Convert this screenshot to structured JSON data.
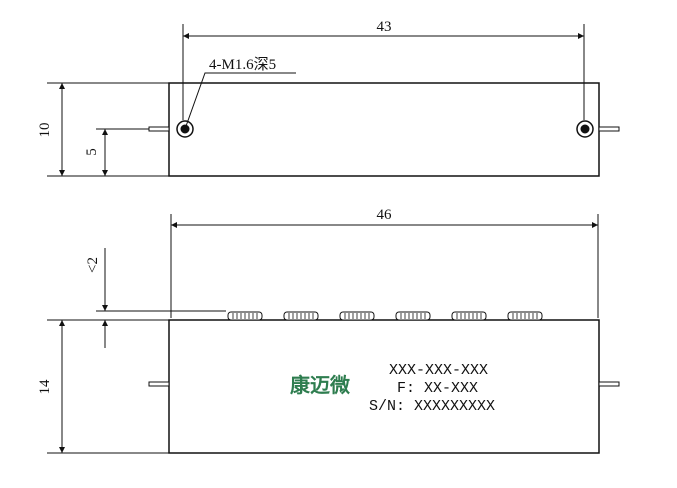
{
  "dimensions": {
    "top_width": "43",
    "top_height": "10",
    "top_half_height": "5",
    "bottom_width": "46",
    "bottom_height": "14",
    "connector_height": "<2"
  },
  "callout": {
    "hole_spec": "4-M1.6深5"
  },
  "label": {
    "brand": "康迈微",
    "model": "XXX-XXX-XXX",
    "frequency": "F: XX-XXX",
    "serial": "S/N: XXXXXXXXX"
  },
  "colors": {
    "line": "#111111",
    "brand": "#2e7d4f"
  },
  "icons": [
    "mounting-hole-icon",
    "connector-pin-icon",
    "smd-pad-icon",
    "arrowhead-icon"
  ]
}
